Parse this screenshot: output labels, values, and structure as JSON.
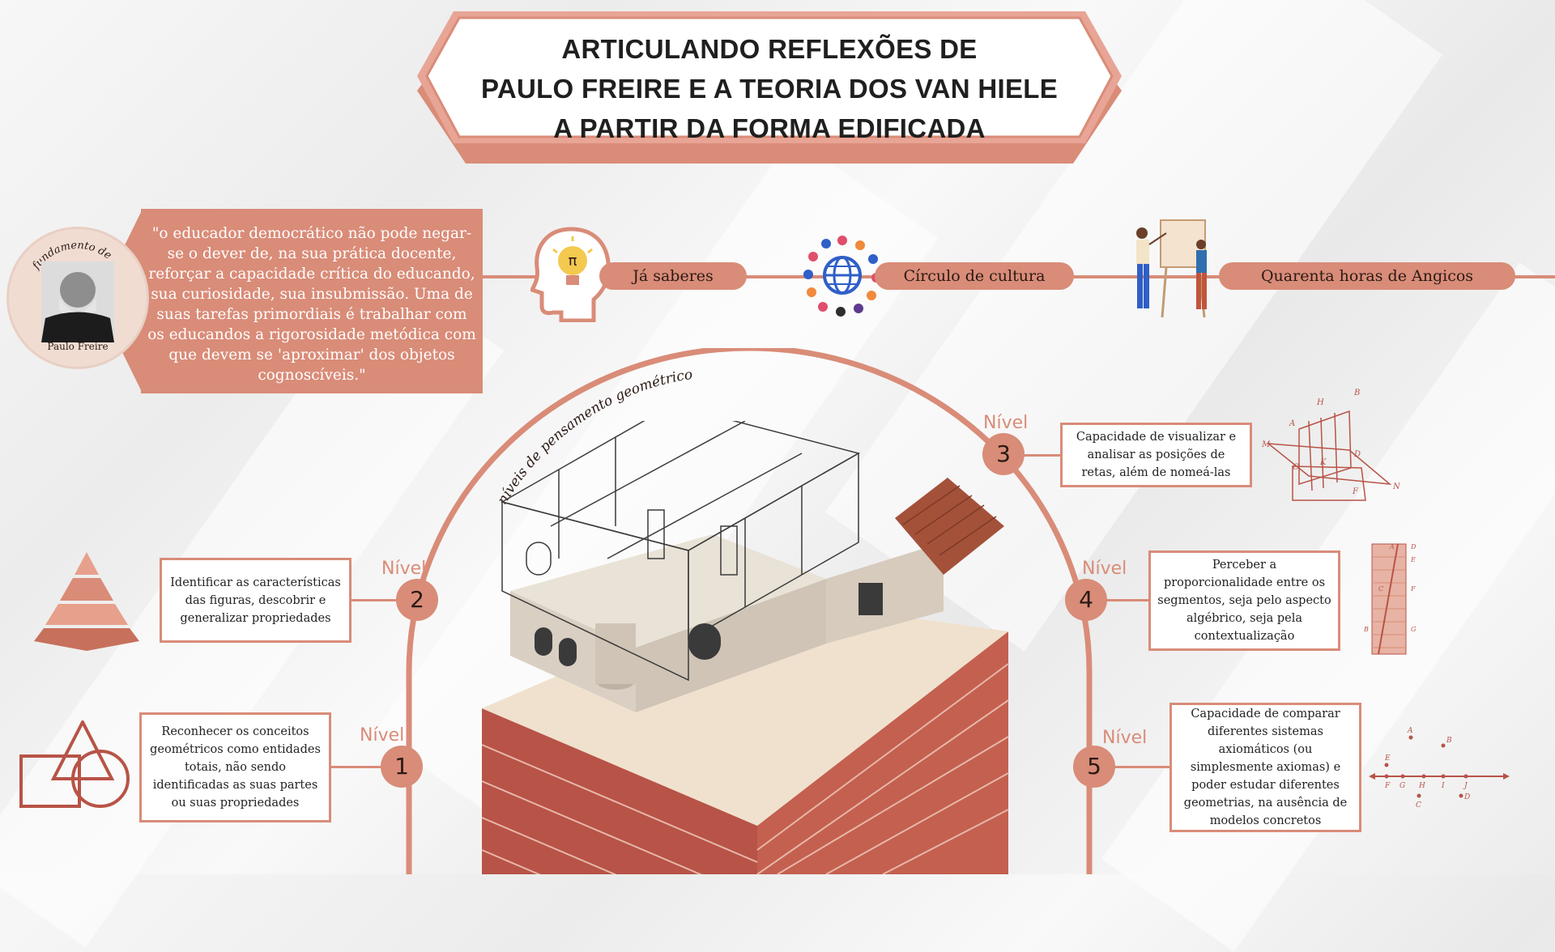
{
  "title": {
    "line1": "ARTICULANDO REFLEXÕES DE",
    "line2": "PAULO FREIRE E A TEORIA DOS VAN HIELE",
    "line3": "A PARTIR DA FORMA EDIFICADA"
  },
  "portrait": {
    "arc_label": "fundamento de",
    "name": "Paulo Freire"
  },
  "quote": "\"o educador democrático não pode negar-se o dever de, na sua prática docente, reforçar a capacidade crítica do educando, sua curiosidade, sua insubmissão. Uma de suas tarefas primordiais é trabalhar com os educandos a rigorosidade metódica com que devem se 'aproximar' dos objetos cognoscíveis.\"",
  "timeline": {
    "items": [
      {
        "label": "Já saberes",
        "icon": "lightbulb-head-icon"
      },
      {
        "label": "Círculo de cultura",
        "icon": "people-globe-icon"
      },
      {
        "label": "Quarenta horas de Angicos",
        "icon": "teacher-board-icon"
      }
    ]
  },
  "arch_label": "níveis de pensamento geométrico",
  "levels": [
    {
      "word": "Nível",
      "number": "1",
      "text": "Reconhecer os conceitos geométricos como entidades totais, não sendo identificadas as suas partes ou suas propriedades",
      "icon": "geometric-shapes-icon"
    },
    {
      "word": "Nível",
      "number": "2",
      "text": "Identificar as características das figuras, descobrir e generalizar propriedades",
      "icon": "pyramid-icon"
    },
    {
      "word": "Nível",
      "number": "3",
      "text": "Capacidade de visualizar e analisar as posições de retas, além de nomeá-las",
      "icon": "planes-lines-icon"
    },
    {
      "word": "Nível",
      "number": "4",
      "text": "Perceber a proporcionalidade entre os segmentos, seja pelo aspecto algébrico, seja pela contextualização",
      "icon": "segment-ruler-icon"
    },
    {
      "word": "Nível",
      "number": "5",
      "text": "Capacidade de comparar diferentes sistemas axiomáticos (ou simplesmente axiomas) e poder estudar diferentes geometrias, na ausência de modelos concretos",
      "icon": "number-line-icon"
    }
  ],
  "diagram_labels": {
    "level3": [
      "H",
      "B",
      "A",
      "M",
      "C",
      "K",
      "D",
      "F",
      "N"
    ],
    "level4": [
      "A",
      "D",
      "E",
      "C",
      "F",
      "B",
      "G"
    ],
    "level5": [
      "A",
      "B",
      "E",
      "F",
      "G",
      "H",
      "I",
      "J",
      "C",
      "D"
    ]
  },
  "colors": {
    "accent": "#d98c78",
    "accent_dark": "#c7705c",
    "brick": "#b85347"
  }
}
